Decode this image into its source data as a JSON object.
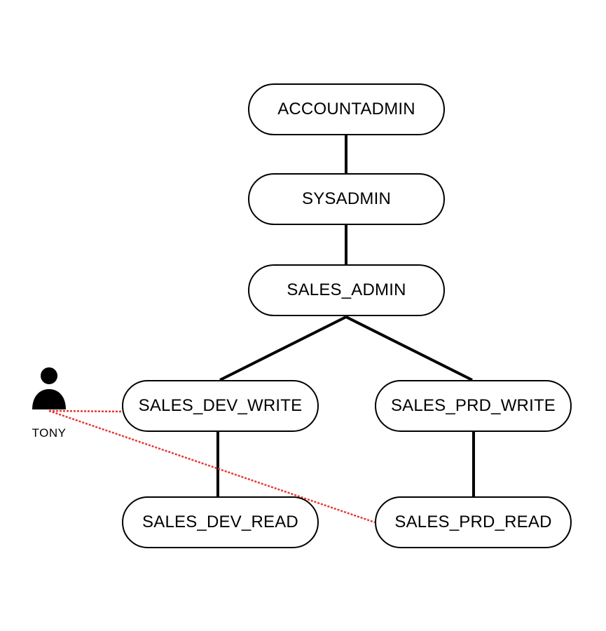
{
  "diagram": {
    "nodes": {
      "accountadmin": "ACCOUNTADMIN",
      "sysadmin": "SYSADMIN",
      "sales_admin": "SALES_ADMIN",
      "sales_dev_write": "SALES_DEV_WRITE",
      "sales_prd_write": "SALES_PRD_WRITE",
      "sales_dev_read": "SALES_DEV_READ",
      "sales_prd_read": "SALES_PRD_READ"
    },
    "hierarchy_edges": [
      [
        "ACCOUNTADMIN",
        "SYSADMIN"
      ],
      [
        "SYSADMIN",
        "SALES_ADMIN"
      ],
      [
        "SALES_ADMIN",
        "SALES_DEV_WRITE"
      ],
      [
        "SALES_ADMIN",
        "SALES_PRD_WRITE"
      ],
      [
        "SALES_DEV_WRITE",
        "SALES_DEV_READ"
      ],
      [
        "SALES_PRD_WRITE",
        "SALES_PRD_READ"
      ]
    ],
    "user": {
      "name": "TONY",
      "icon": "person-icon",
      "grants": [
        "SALES_DEV_WRITE",
        "SALES_PRD_READ"
      ]
    },
    "colors": {
      "edge": "#000000",
      "grant": "#e53935",
      "node_border": "#000000",
      "node_fill": "#ffffff"
    }
  }
}
